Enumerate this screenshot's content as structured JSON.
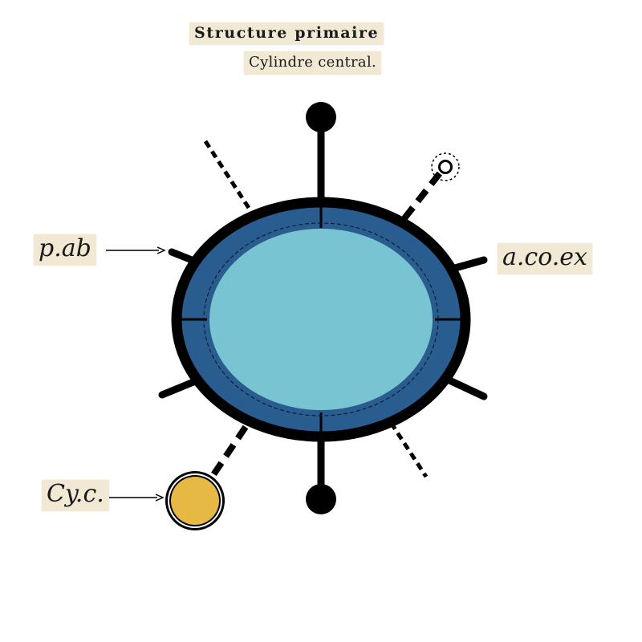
{
  "title": "Structure primaire",
  "subtitle": "Cylindre central.",
  "labels": {
    "pab": "p.ab",
    "acoex": "a.co.ex",
    "cyc": "Cy.c."
  },
  "colors": {
    "ring": "#2a5d8f",
    "core": "#79c4d2",
    "outline": "#000000",
    "central_cylinder": "#e6b944",
    "clipping_paper": "#f1e9d3"
  }
}
